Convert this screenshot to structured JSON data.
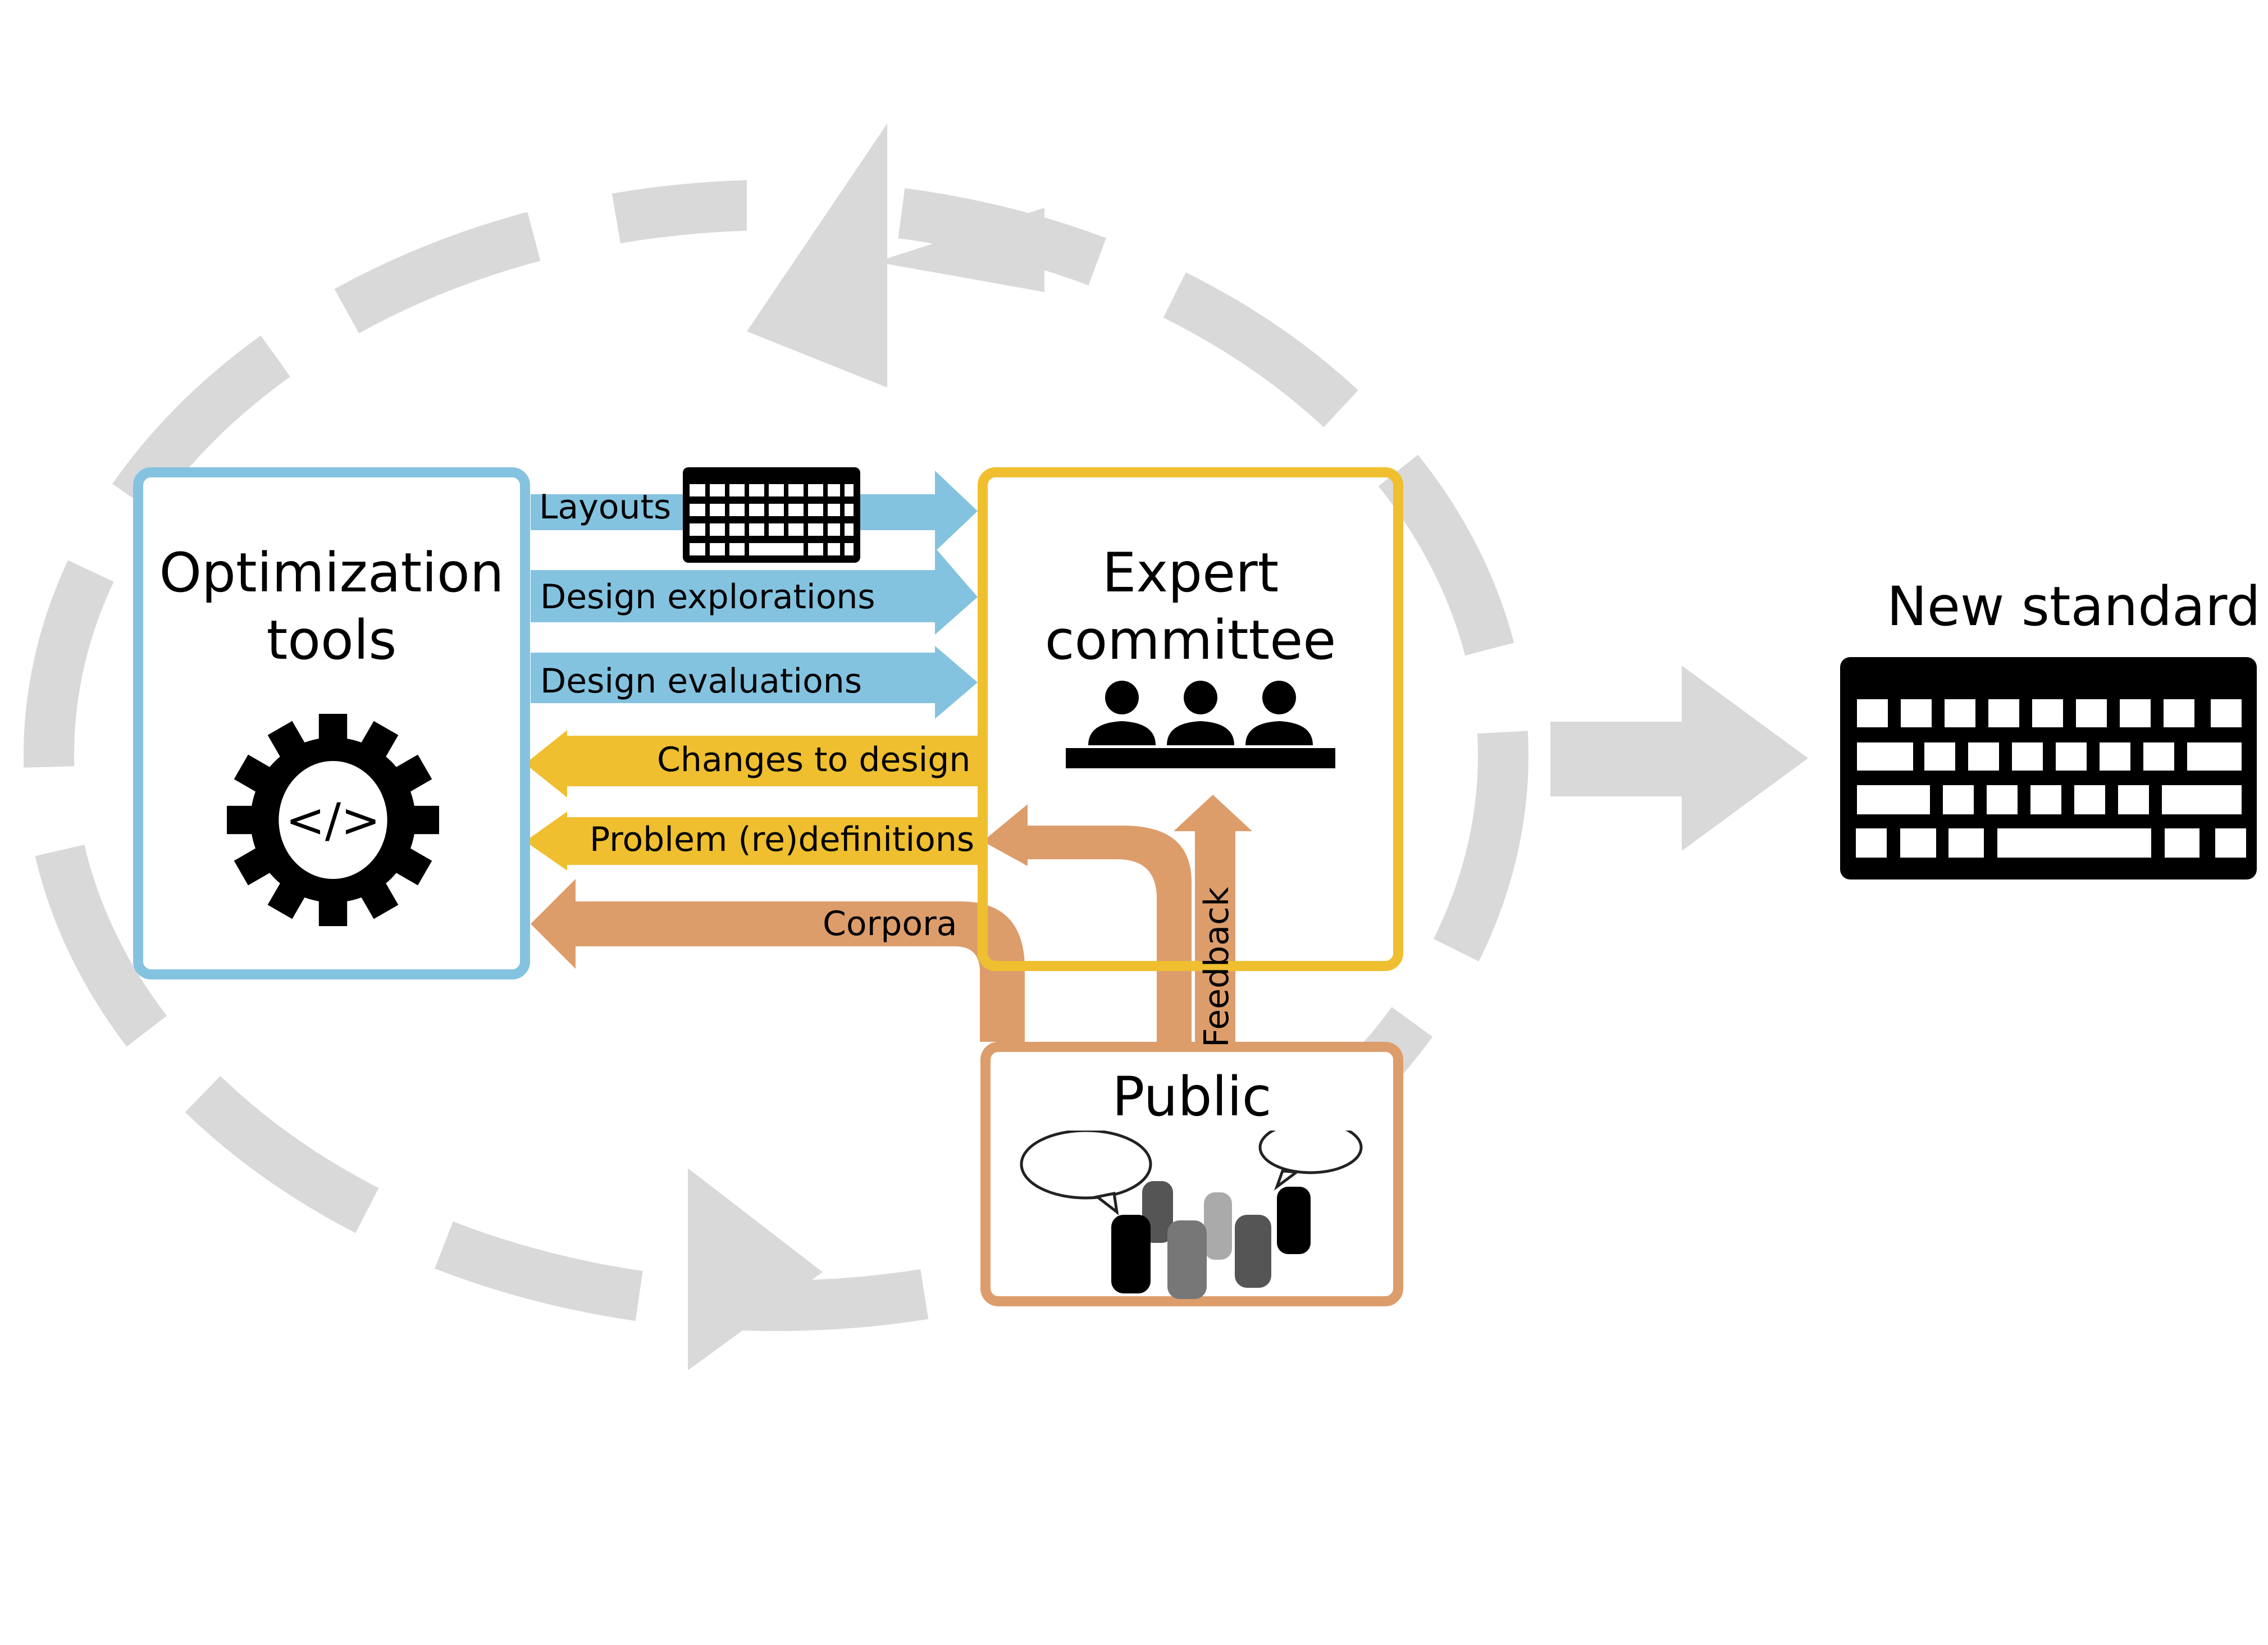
{
  "colors": {
    "optimization": "#84c3e0",
    "expert": "#efbf30",
    "public": "#dd9d6b",
    "cycle": "#d9d9d9",
    "icon": "#000000"
  },
  "nodes": {
    "optimization": {
      "title_line1": "Optimization",
      "title_line2": "tools",
      "icon": "gear-code-icon"
    },
    "expert": {
      "title_line1": "Expert",
      "title_line2": "committee",
      "icon": "committee-icon"
    },
    "public": {
      "title": "Public",
      "icon": "raised-hands-speech-bubbles-icon"
    },
    "new_standard": {
      "title": "New standard",
      "icon": "keyboard-icon"
    }
  },
  "edges": [
    {
      "label": "Layouts",
      "from": "optimization",
      "to": "expert",
      "icon": "keyboard-icon"
    },
    {
      "label": "Design explorations",
      "from": "optimization",
      "to": "expert"
    },
    {
      "label": "Design evaluations",
      "from": "optimization",
      "to": "expert"
    },
    {
      "label": "Changes to design",
      "from": "expert",
      "to": "optimization"
    },
    {
      "label": "Problem (re)definitions",
      "from": "expert",
      "to": "optimization"
    },
    {
      "label": "Corpora",
      "from": "public",
      "to": "optimization"
    },
    {
      "label": "Feedback",
      "from": "public",
      "to": "expert"
    }
  ]
}
